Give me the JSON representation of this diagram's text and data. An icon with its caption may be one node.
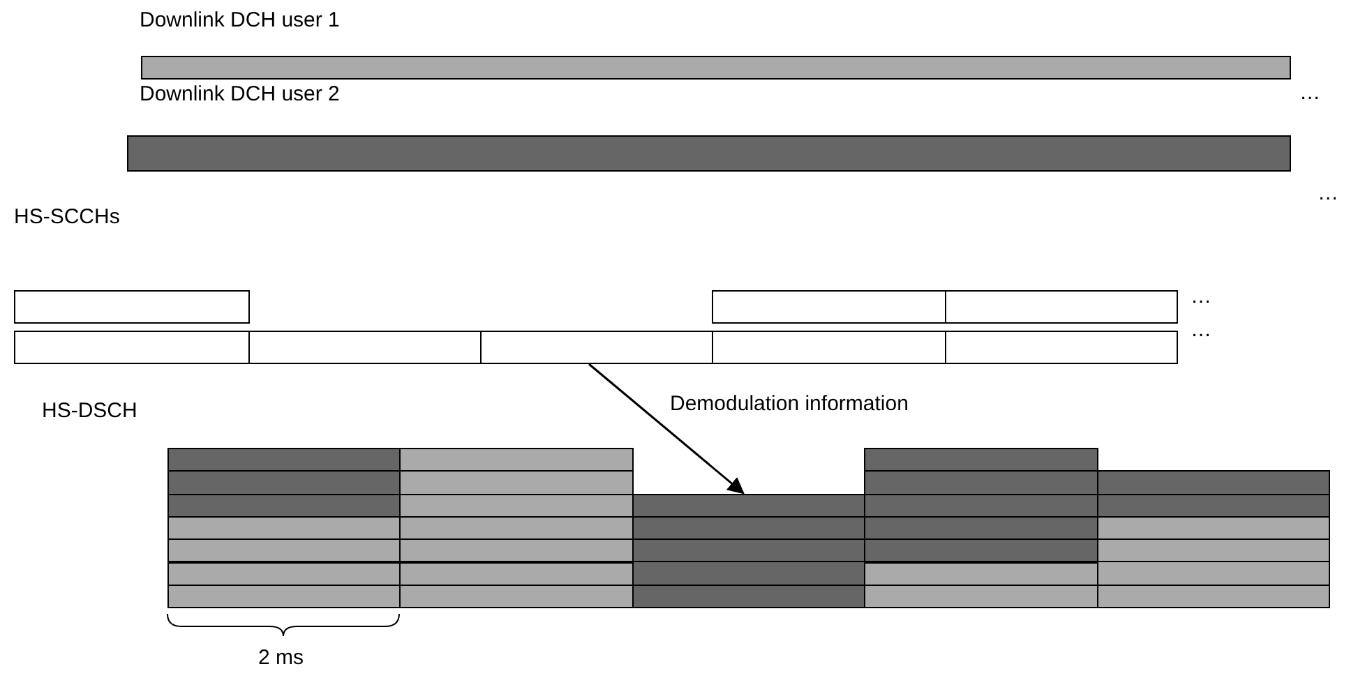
{
  "diagram": {
    "nodes": [
      {
        "text": [],
        "shape": "bar"
      },
      {
        "text": [],
        "shape": "bar"
      },
      {
        "text": [],
        "shape": "box"
      },
      {
        "text": [],
        "shape": "box"
      },
      {
        "text": [],
        "shape": "box"
      },
      {
        "text": [],
        "shape": "box"
      },
      {
        "text": [],
        "shape": "box"
      },
      {
        "text": [],
        "shape": "box"
      },
      {
        "text": [],
        "shape": "box"
      },
      {
        "text": [],
        "shape": "box"
      },
      {
        "text": [],
        "shape": "bar"
      },
      {
        "text": [],
        "shape": "bar"
      },
      {
        "text": [],
        "shape": "bar"
      },
      {
        "text": [],
        "shape": "bar"
      },
      {
        "text": [],
        "shape": "bar"
      }
    ],
    "edges": [
      {
        "from": 7,
        "to": 12,
        "arrow": "to",
        "label": "Demodulation information"
      }
    ],
    "labels": [
      "Downlink DCH user 1",
      "…",
      "Downlink DCH user 2",
      "…",
      "HS-SCCHs",
      "…",
      "…",
      "HS-DSCH",
      "2 ms"
    ]
  }
}
